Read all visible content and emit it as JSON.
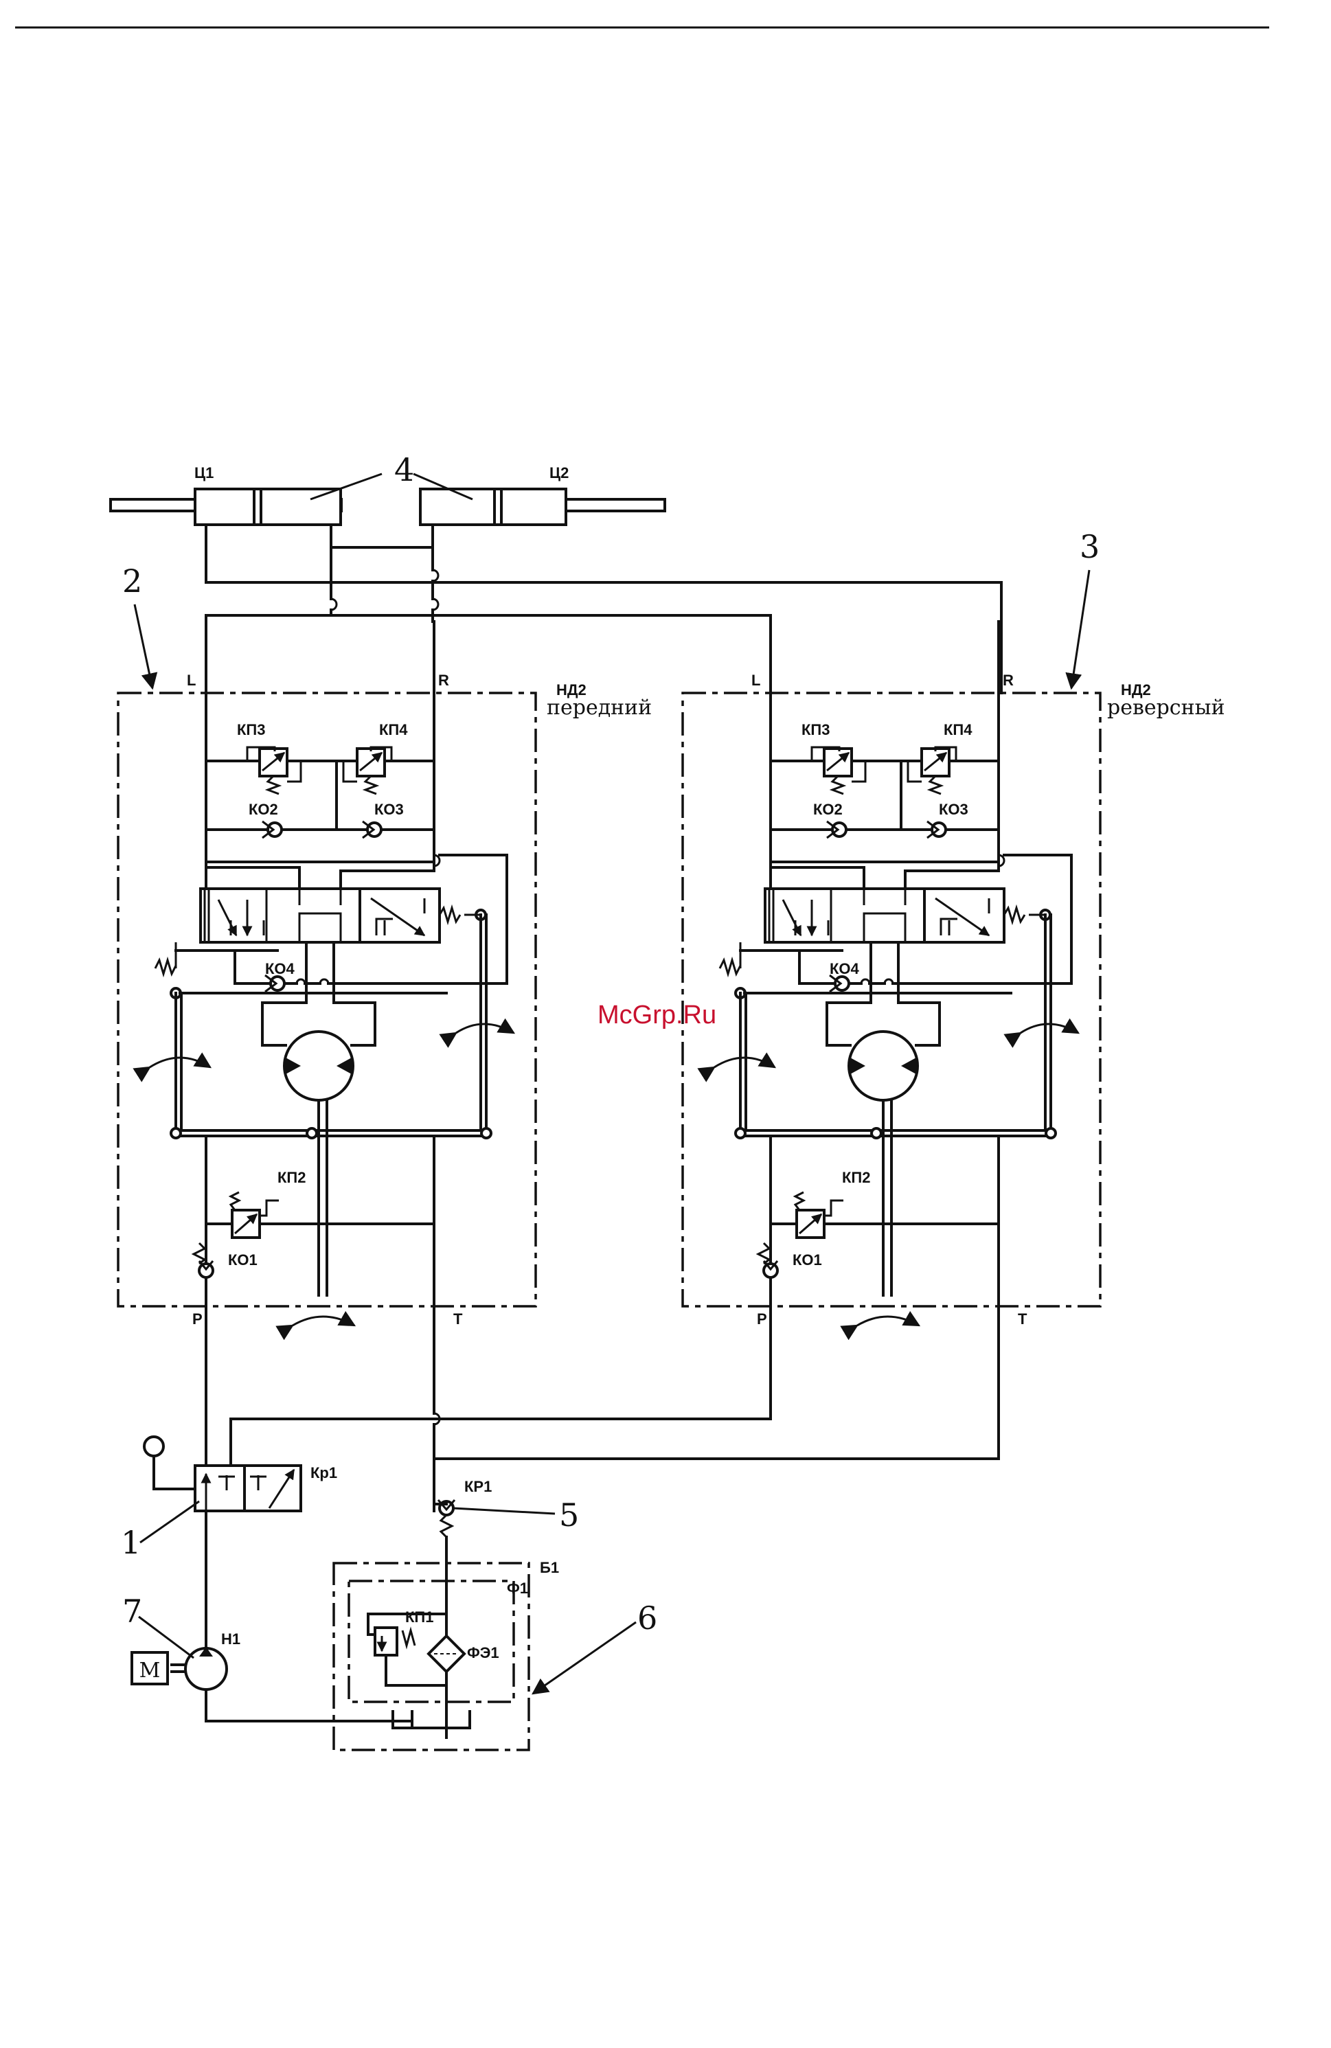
{
  "callouts": {
    "c1": "1",
    "c2": "2",
    "c3": "3",
    "c4": "4",
    "c5": "5",
    "c6": "6",
    "c7": "7"
  },
  "cylinders": {
    "left": "Ц1",
    "right": "Ц2"
  },
  "units": {
    "front": {
      "code": "НД2",
      "caption": "передний",
      "port_l": "L",
      "port_r": "R",
      "port_p": "P",
      "port_t": "T",
      "kp3": "КП3",
      "kp4": "КП4",
      "ko2": "КО2",
      "ko3": "КО3",
      "ko4": "КО4",
      "kp2": "КП2",
      "ko1": "КО1"
    },
    "reverse": {
      "code": "НД2",
      "caption": "реверсный",
      "port_l": "L",
      "port_r": "R",
      "port_p": "P",
      "port_t": "T",
      "kp3": "КП3",
      "kp4": "КП4",
      "ko2": "КО2",
      "ko3": "КО3",
      "ko4": "КО4",
      "kp2": "КП2",
      "ko1": "КО1"
    }
  },
  "lower": {
    "valve": "Кр1",
    "check": "КР1",
    "tank": "Б1",
    "filter_block": "Ф1",
    "relief": "КП1",
    "filter": "ФЭ1",
    "pump": "Н1",
    "motor": "M"
  },
  "watermark": "McGrp.Ru"
}
